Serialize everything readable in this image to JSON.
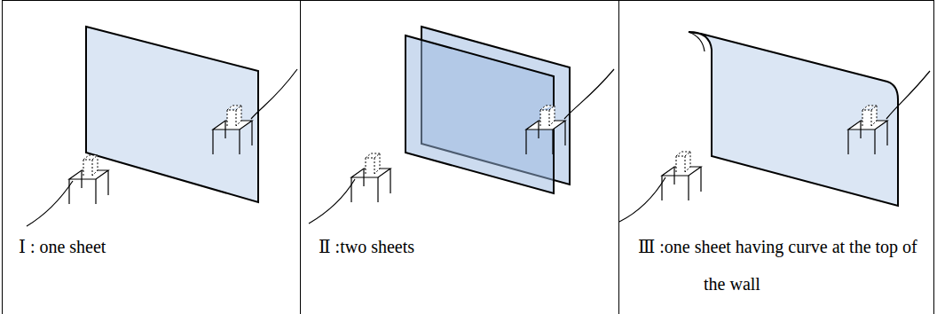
{
  "diagram": {
    "nodes": [
      {
        "text": [
          "Ⅰ : one sheet"
        ]
      },
      {
        "text": [
          "Ⅱ :two sheets"
        ]
      },
      {
        "text": [
          "Ⅲ :one sheet having curve at the top of the wall"
        ]
      }
    ]
  }
}
